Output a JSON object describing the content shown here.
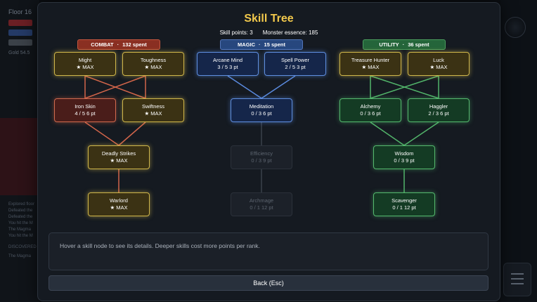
{
  "background": {
    "title": "Floor 16",
    "side_text": "Gold 54.5",
    "log_lines": [
      "Explored floor",
      "Defeated the",
      "Defeated the",
      "You hit the M",
      "The Magma",
      "You hit the M",
      "DISCOVERED",
      "The Magma"
    ]
  },
  "modal": {
    "title": "Skill Tree",
    "skill_points_label": "Skill points: 3",
    "essence_label": "Monster essence: 185"
  },
  "trees": {
    "combat": {
      "name": "COMBAT",
      "spent": "132 spent",
      "color": "#a33a28"
    },
    "magic": {
      "name": "MAGIC",
      "spent": "15 spent",
      "color": "#2f5597"
    },
    "utility": {
      "name": "UTILITY",
      "spent": "36 spent",
      "color": "#2c7a3e"
    }
  },
  "nodes": {
    "might": {
      "name": "Might",
      "rank": "★ MAX"
    },
    "toughness": {
      "name": "Toughness",
      "rank": "★ MAX"
    },
    "iron_skin": {
      "name": "Iron Skin",
      "rank": "4 / 5   6 pt"
    },
    "swiftness": {
      "name": "Swiftness",
      "rank": "★ MAX"
    },
    "deadly_strikes": {
      "name": "Deadly Strikes",
      "rank": "★ MAX"
    },
    "warlord": {
      "name": "Warlord",
      "rank": "★ MAX"
    },
    "arcane_mind": {
      "name": "Arcane Mind",
      "rank": "3 / 5   3 pt"
    },
    "spell_power": {
      "name": "Spell Power",
      "rank": "2 / 5   3 pt"
    },
    "meditation": {
      "name": "Meditation",
      "rank": "0 / 3   6 pt"
    },
    "efficiency": {
      "name": "Efficiency",
      "rank": "0 / 3   9 pt"
    },
    "archmage": {
      "name": "Archmage",
      "rank": "0 / 1   12 pt"
    },
    "treasure_hunter": {
      "name": "Treasure Hunter",
      "rank": "★ MAX"
    },
    "luck": {
      "name": "Luck",
      "rank": "★ MAX"
    },
    "alchemy": {
      "name": "Alchemy",
      "rank": "0 / 3   6 pt"
    },
    "haggler": {
      "name": "Haggler",
      "rank": "2 / 3   6 pt"
    },
    "wisdom": {
      "name": "Wisdom",
      "rank": "0 / 3   9 pt"
    },
    "scavenger": {
      "name": "Scavenger",
      "rank": "0 / 1   12 pt"
    }
  },
  "info_text": "Hover a skill node to see its details. Deeper skills cost more points per rank.",
  "back_button": "Back (Esc)",
  "colors": {
    "accent_gold": "#f2c94c",
    "combat_line": "#d2654a",
    "magic_line": "#5b8be0",
    "utility_line": "#52b46a",
    "locked_line": "#3a414b"
  }
}
